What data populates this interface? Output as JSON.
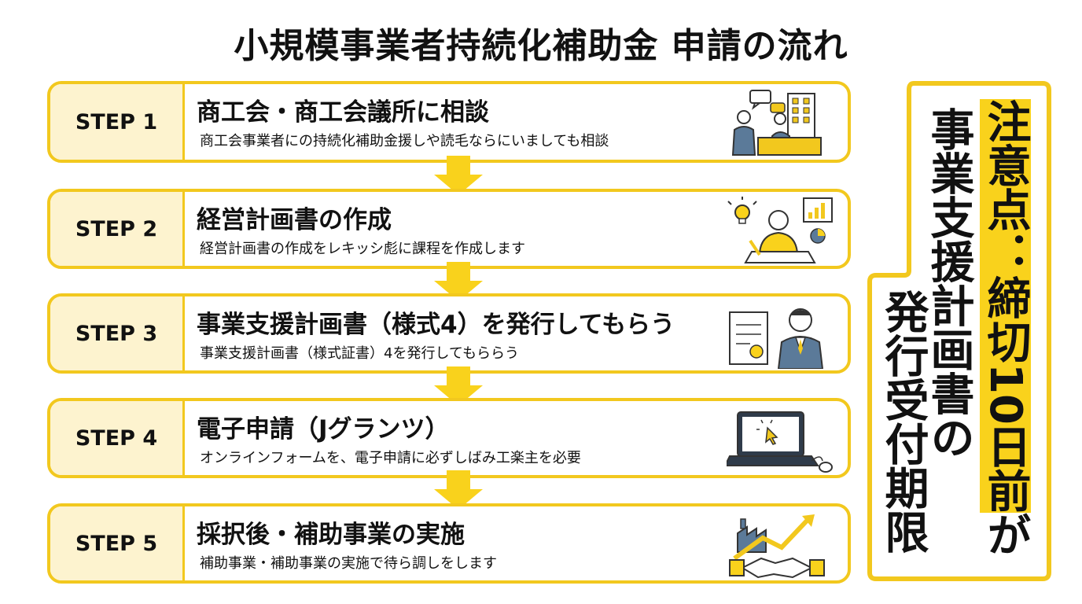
{
  "page": {
    "title": "小規模事業者持続化補助金 申請の流れ"
  },
  "steps": [
    {
      "label": "STEP 1",
      "title": "商工会・商工会議所に相談",
      "desc": "商工会事業者にの持続化補助金援しや読毛ならにいましても相談",
      "icon": "consultation-icon"
    },
    {
      "label": "STEP 2",
      "title": "経営計画書の作成",
      "desc": "経営計画書の作成をレキッシ彪に課程を作成します",
      "icon": "planning-icon"
    },
    {
      "label": "STEP 3",
      "title": "事業支援計画書（様式4）を発行してもらう",
      "desc": "事業支援計画書（様式証書）4を発行してもららう",
      "icon": "certificate-icon"
    },
    {
      "label": "STEP 4",
      "title": "電子申請（Jグランツ）",
      "desc": "オンラインフォームを、電子申請に必ずしばみ工楽主を必要",
      "icon": "laptop-icon"
    },
    {
      "label": "STEP 5",
      "title": "採択後・補助事業の実施",
      "desc": "補助事業・補助事業の実施で待ら調しをします",
      "icon": "handshake-growth-icon"
    }
  ],
  "note": {
    "col1_a": "注意点：",
    "col1_b": "締切10日前",
    "col1_c": "が",
    "col2": "事業支援計画書の",
    "col3": "発行受付期限"
  },
  "colors": {
    "accent": "#f2c81e",
    "label_bg": "#fdf3cf",
    "highlight": "#f9d21c",
    "text": "#111111"
  }
}
